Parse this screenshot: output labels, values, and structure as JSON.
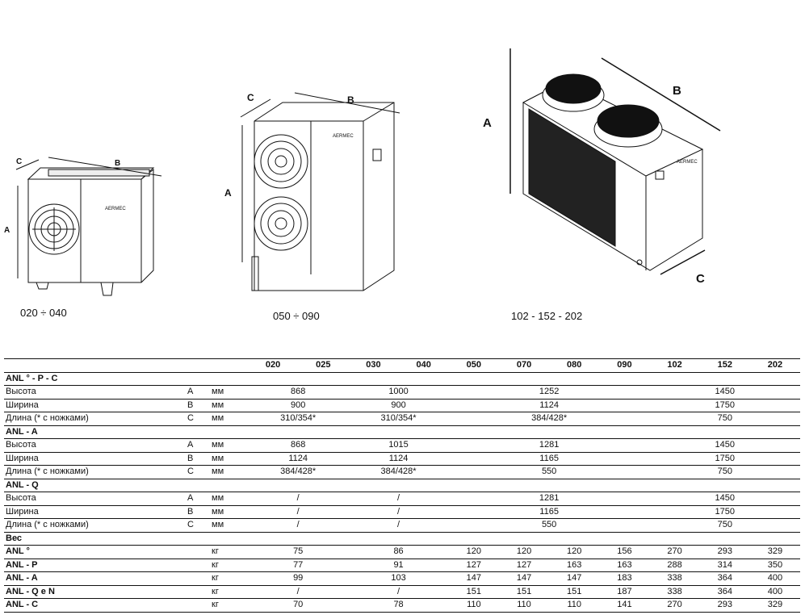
{
  "drawings": {
    "small": {
      "caption": "020 ÷ 040",
      "dims": {
        "a": "A",
        "b": "B",
        "c": "C"
      },
      "brand": "AERMEC"
    },
    "medium": {
      "caption": "050 ÷ 090",
      "dims": {
        "a": "A",
        "b": "B",
        "c": "C"
      },
      "brand": "AERMEC"
    },
    "large": {
      "caption": "102 - 152 - 202",
      "dims": {
        "a": "A",
        "b": "B",
        "c": "C"
      },
      "brand": "AERMEC"
    }
  },
  "table": {
    "columns": [
      "020",
      "025",
      "030",
      "040",
      "050",
      "070",
      "080",
      "090",
      "102",
      "152",
      "202"
    ],
    "sections": [
      {
        "title": "ANL ° - P - C",
        "rows": [
          {
            "label": "Высота",
            "letter": "A",
            "unit": "мм",
            "cells": [
              {
                "value": "868",
                "span": 2
              },
              {
                "value": "1000",
                "span": 2
              },
              {
                "value": "1252",
                "span": 4
              },
              {
                "value": "1450",
                "span": 3
              }
            ]
          },
          {
            "label": "Ширина",
            "letter": "B",
            "unit": "мм",
            "cells": [
              {
                "value": "900",
                "span": 2
              },
              {
                "value": "900",
                "span": 2
              },
              {
                "value": "1124",
                "span": 4
              },
              {
                "value": "1750",
                "span": 3
              }
            ]
          },
          {
            "label": "Длина (* с ножками)",
            "letter": "C",
            "unit": "мм",
            "cells": [
              {
                "value": "310/354*",
                "span": 2
              },
              {
                "value": "310/354*",
                "span": 2
              },
              {
                "value": "384/428*",
                "span": 4
              },
              {
                "value": "750",
                "span": 3
              }
            ]
          }
        ]
      },
      {
        "title": "ANL - A",
        "rows": [
          {
            "label": "Высота",
            "letter": "A",
            "unit": "мм",
            "cells": [
              {
                "value": "868",
                "span": 2
              },
              {
                "value": "1015",
                "span": 2
              },
              {
                "value": "1281",
                "span": 4
              },
              {
                "value": "1450",
                "span": 3
              }
            ]
          },
          {
            "label": "Ширина",
            "letter": "B",
            "unit": "мм",
            "cells": [
              {
                "value": "1124",
                "span": 2
              },
              {
                "value": "1124",
                "span": 2
              },
              {
                "value": "1165",
                "span": 4
              },
              {
                "value": "1750",
                "span": 3
              }
            ]
          },
          {
            "label": "Длина (* с ножками)",
            "letter": "C",
            "unit": "мм",
            "cells": [
              {
                "value": "384/428*",
                "span": 2
              },
              {
                "value": "384/428*",
                "span": 2
              },
              {
                "value": "550",
                "span": 4
              },
              {
                "value": "750",
                "span": 3
              }
            ]
          }
        ]
      },
      {
        "title": "ANL - Q",
        "rows": [
          {
            "label": "Высота",
            "letter": "A",
            "unit": "мм",
            "cells": [
              {
                "value": "/",
                "span": 2
              },
              {
                "value": "/",
                "span": 2
              },
              {
                "value": "1281",
                "span": 4
              },
              {
                "value": "1450",
                "span": 3
              }
            ]
          },
          {
            "label": "Ширина",
            "letter": "B",
            "unit": "мм",
            "cells": [
              {
                "value": "/",
                "span": 2
              },
              {
                "value": "/",
                "span": 2
              },
              {
                "value": "1165",
                "span": 4
              },
              {
                "value": "1750",
                "span": 3
              }
            ]
          },
          {
            "label": "Длина (* с ножками)",
            "letter": "C",
            "unit": "мм",
            "cells": [
              {
                "value": "/",
                "span": 2
              },
              {
                "value": "/",
                "span": 2
              },
              {
                "value": "550",
                "span": 4
              },
              {
                "value": "750",
                "span": 3
              }
            ]
          }
        ]
      },
      {
        "title": "Вес",
        "bold_rows": true,
        "rows": [
          {
            "label": "ANL °",
            "letter": "",
            "unit": "кг",
            "cells": [
              {
                "value": "75",
                "span": 2
              },
              {
                "value": "86",
                "span": 2
              },
              {
                "value": "120",
                "span": 1
              },
              {
                "value": "120",
                "span": 1
              },
              {
                "value": "120",
                "span": 1
              },
              {
                "value": "156",
                "span": 1
              },
              {
                "value": "270",
                "span": 1
              },
              {
                "value": "293",
                "span": 1
              },
              {
                "value": "329",
                "span": 1
              }
            ]
          },
          {
            "label": "ANL - P",
            "letter": "",
            "unit": "кг",
            "cells": [
              {
                "value": "77",
                "span": 2
              },
              {
                "value": "91",
                "span": 2
              },
              {
                "value": "127",
                "span": 1
              },
              {
                "value": "127",
                "span": 1
              },
              {
                "value": "163",
                "span": 1
              },
              {
                "value": "163",
                "span": 1
              },
              {
                "value": "288",
                "span": 1
              },
              {
                "value": "314",
                "span": 1
              },
              {
                "value": "350",
                "span": 1
              }
            ]
          },
          {
            "label": "ANL - A",
            "letter": "",
            "unit": "кг",
            "cells": [
              {
                "value": "99",
                "span": 2
              },
              {
                "value": "103",
                "span": 2
              },
              {
                "value": "147",
                "span": 1
              },
              {
                "value": "147",
                "span": 1
              },
              {
                "value": "147",
                "span": 1
              },
              {
                "value": "183",
                "span": 1
              },
              {
                "value": "338",
                "span": 1
              },
              {
                "value": "364",
                "span": 1
              },
              {
                "value": "400",
                "span": 1
              }
            ]
          },
          {
            "label": "ANL - Q e N",
            "letter": "",
            "unit": "кг",
            "cells": [
              {
                "value": "/",
                "span": 2
              },
              {
                "value": "/",
                "span": 2
              },
              {
                "value": "151",
                "span": 1
              },
              {
                "value": "151",
                "span": 1
              },
              {
                "value": "151",
                "span": 1
              },
              {
                "value": "187",
                "span": 1
              },
              {
                "value": "338",
                "span": 1
              },
              {
                "value": "364",
                "span": 1
              },
              {
                "value": "400",
                "span": 1
              }
            ]
          },
          {
            "label": "ANL - C",
            "letter": "",
            "unit": "кг",
            "cells": [
              {
                "value": "70",
                "span": 2
              },
              {
                "value": "78",
                "span": 2
              },
              {
                "value": "110",
                "span": 1
              },
              {
                "value": "110",
                "span": 1
              },
              {
                "value": "110",
                "span": 1
              },
              {
                "value": "141",
                "span": 1
              },
              {
                "value": "270",
                "span": 1
              },
              {
                "value": "293",
                "span": 1
              },
              {
                "value": "329",
                "span": 1
              }
            ]
          }
        ]
      }
    ]
  }
}
